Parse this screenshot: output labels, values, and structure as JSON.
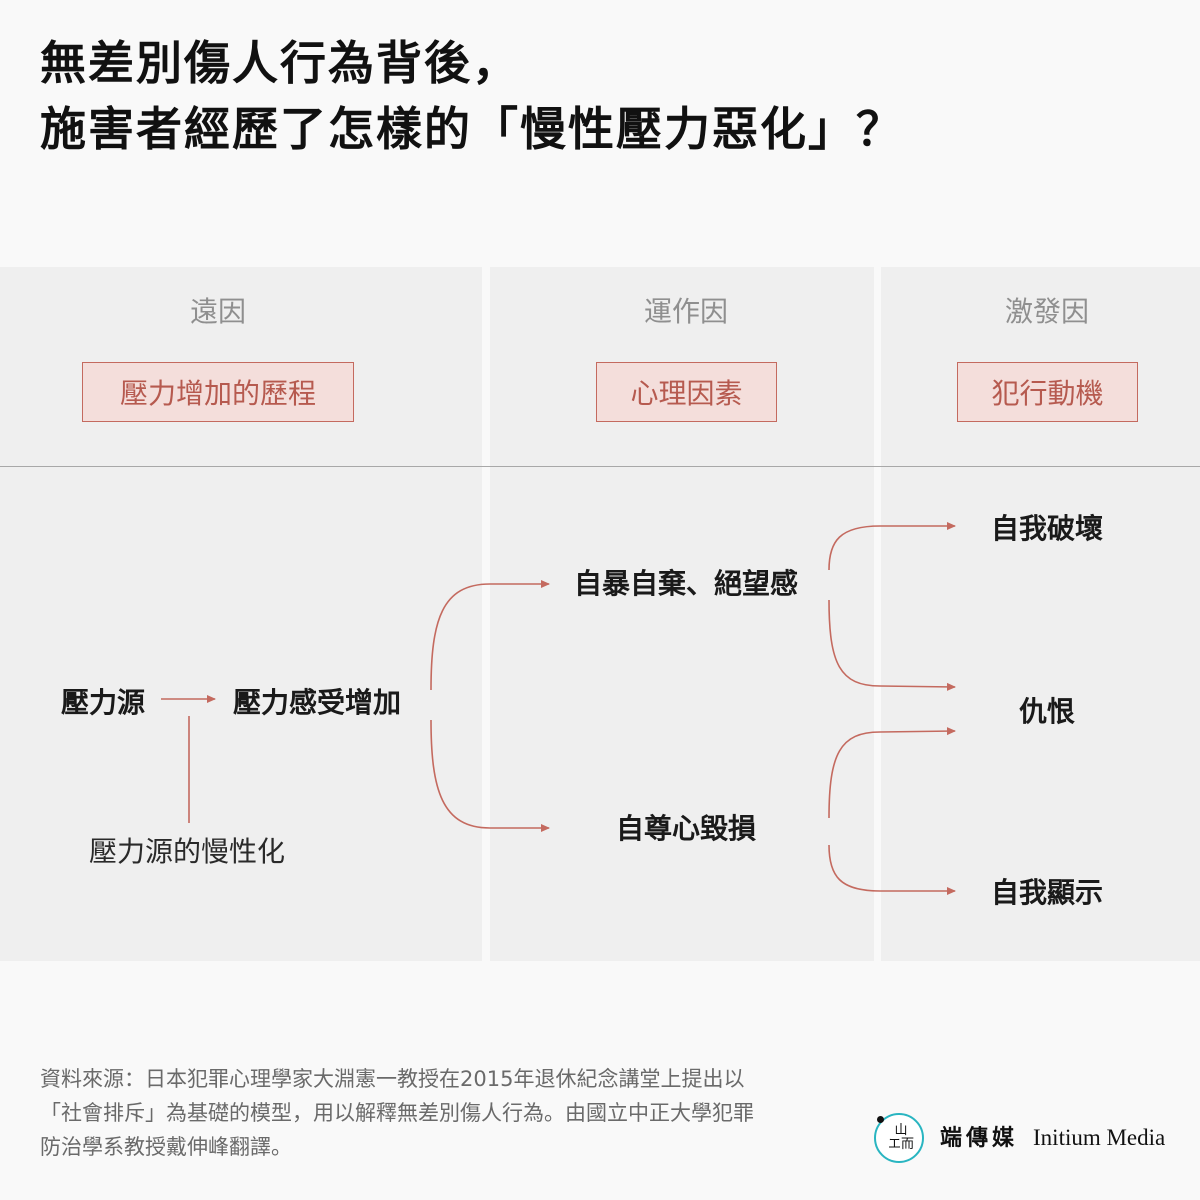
{
  "title": {
    "line1": "無差別傷人行為背後，",
    "line2": "施害者經歷了怎樣的「慢性壓力惡化」？"
  },
  "columns": [
    {
      "heading": "遠因",
      "tag": "壓力增加的歷程"
    },
    {
      "heading": "運作因",
      "tag": "心理因素"
    },
    {
      "heading": "激發因",
      "tag": "犯行動機"
    }
  ],
  "nodes": {
    "stress_source": "壓力源",
    "stress_increase": "壓力感受增加",
    "chronic_stress": "壓力源的慢性化",
    "despair": "自暴自棄、絕望感",
    "self_esteem": "自尊心毀損",
    "self_destruction": "自我破壞",
    "hatred": "仇恨",
    "self_display": "自我顯示"
  },
  "source_note": {
    "line1": "資料來源：日本犯罪心理學家大淵憲一教授在2015年退休紀念講堂上提出以",
    "line2": "「社會排斥」為基礎的模型，用以解釋無差別傷人行為。由國立中正大學犯罪",
    "line3": "防治學系教授戴伸峰翻譯。"
  },
  "logo": {
    "glyph_top": "山",
    "glyph_bottom": "エ而",
    "brand_cn": "端傳媒",
    "brand_en": "Initium Media"
  },
  "colors": {
    "accent": "#c46a5f",
    "tag_fill": "#f4dedb",
    "column_bg": "#efefef",
    "logo_ring": "#29b5c1"
  }
}
